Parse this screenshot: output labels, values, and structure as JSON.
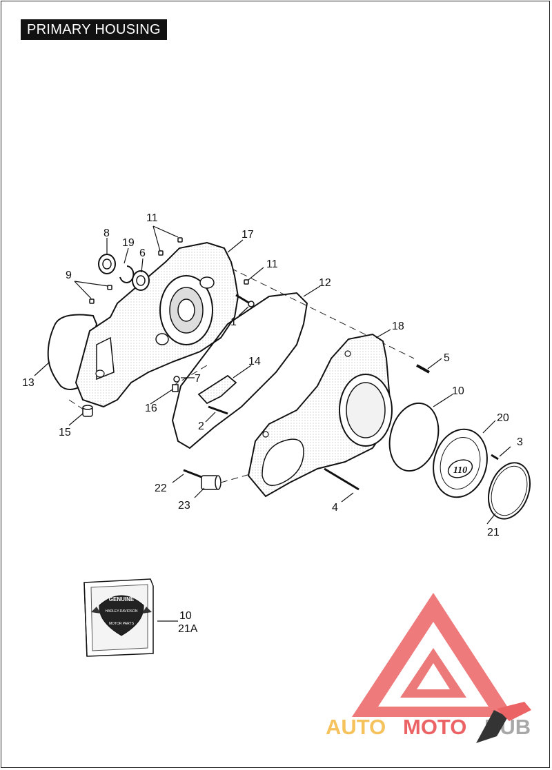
{
  "page": {
    "title": "PRIMARY HOUSING"
  },
  "callouts": {
    "c1": "1",
    "c2": "2",
    "c3": "3",
    "c4": "4",
    "c5": "5",
    "c6": "6",
    "c7": "7",
    "c8": "8",
    "c9": "9",
    "c10": "10",
    "c10b": "10",
    "c11a": "11",
    "c11b": "11",
    "c12": "12",
    "c13": "13",
    "c14": "14",
    "c15": "15",
    "c16": "16",
    "c17": "17",
    "c18": "18",
    "c19": "19",
    "c20": "20",
    "c21": "21",
    "c21a": "21A",
    "c22": "22",
    "c23": "23"
  },
  "cover_logo": "110",
  "kit_box": {
    "line1": "GENUINE",
    "line2": "HARLEY-DAVIDSON",
    "line3": "MOTOR PARTS"
  },
  "watermark": {
    "part1": "AUTO",
    "part2": "MOTO",
    "part3": "HUB",
    "colors": {
      "red": "#e8484a",
      "orange": "#f4b840",
      "gray": "#9a9a9a"
    }
  }
}
